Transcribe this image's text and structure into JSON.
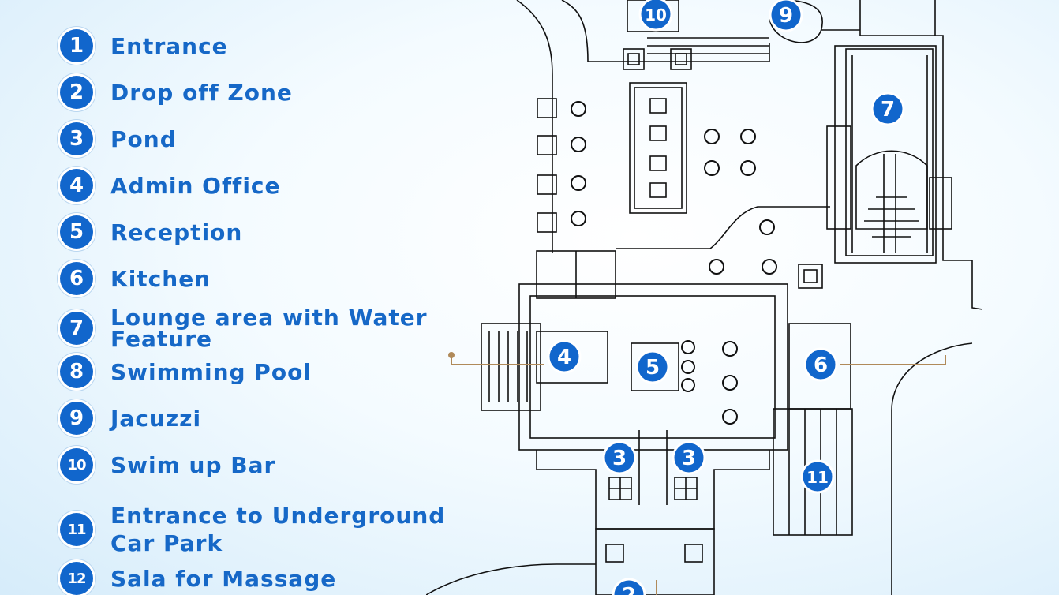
{
  "legend": {
    "items": [
      {
        "number": "1",
        "label": "Entrance"
      },
      {
        "number": "2",
        "label": "Drop off Zone"
      },
      {
        "number": "3",
        "label": "Pond"
      },
      {
        "number": "4",
        "label": "Admin Office"
      },
      {
        "number": "5",
        "label": "Reception"
      },
      {
        "number": "6",
        "label": "Kitchen"
      },
      {
        "number": "7",
        "label": "Lounge area with Water Feature"
      },
      {
        "number": "8",
        "label": "Swimming Pool"
      },
      {
        "number": "9",
        "label": "Jacuzzi"
      },
      {
        "number": "10",
        "label": "Swim up Bar"
      },
      {
        "number": "11",
        "label": "Entrance to Underground Car Park"
      },
      {
        "number": "12",
        "label": "Sala for Massage"
      }
    ]
  },
  "map_markers": {
    "pond_a": "3",
    "pond_b": "3",
    "admin_office": "4",
    "reception": "5",
    "kitchen": "6",
    "lounge": "7",
    "jacuzzi": "9",
    "swim_up_bar": "10",
    "car_park_entrance": "11",
    "bottom_partial": "2"
  },
  "colors": {
    "badge": "#1166cc",
    "legend_text": "#1668c7",
    "plan_line": "#111111",
    "leader_line": "#b08a5a"
  }
}
